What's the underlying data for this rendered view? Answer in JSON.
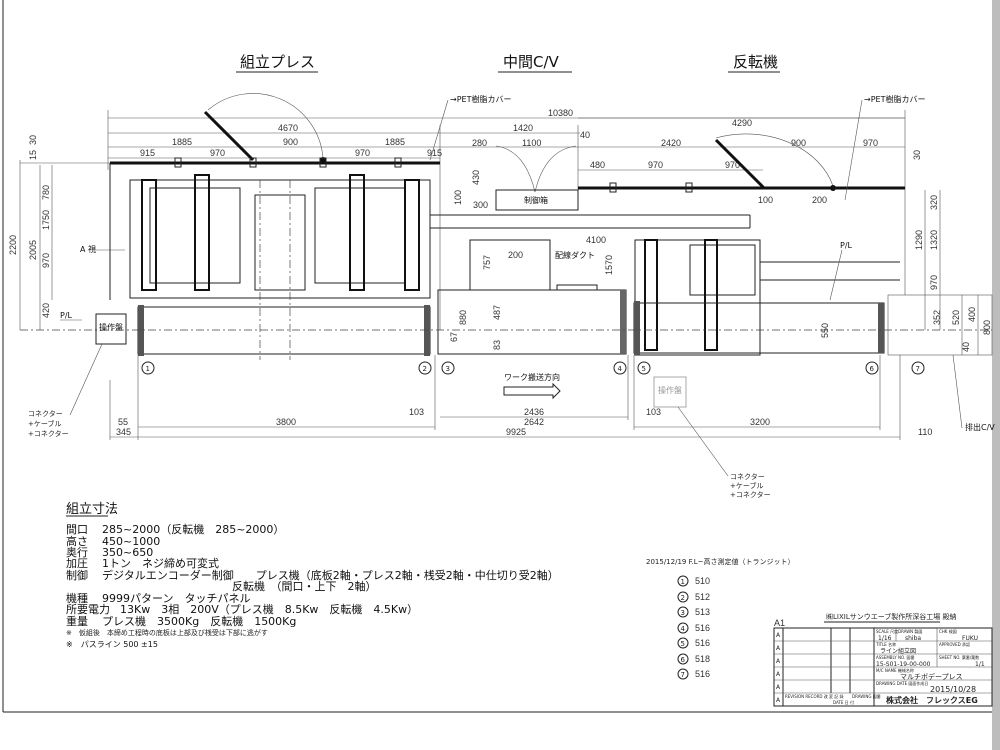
{
  "sections": {
    "press": "組立プレス",
    "middle_cv": "中間C/V",
    "inverter": "反転機"
  },
  "callouts": {
    "pet_cover_left": "→PET樹脂カバー",
    "pet_cover_right": "→PET樹脂カバー",
    "control_box": "制御箱",
    "wiring_duct": "配線ダクト",
    "pl_left": "P/L",
    "pl_right": "P/L",
    "a_view": "A 視",
    "panel_left": "操作盤",
    "panel_right": "操作盤",
    "connector_left": [
      "コネクター",
      "+ケーブル",
      "+コネクター"
    ],
    "connector_right": [
      "コネクター",
      "+ケーブル",
      "+コネクター"
    ],
    "work_direction": "ワーク搬送方向",
    "exit_cv": "排出C/V"
  },
  "dimensions": {
    "top": [
      "10380",
      "4670",
      "1420",
      "4290",
      "1885",
      "1885",
      "915",
      "970",
      "900",
      "970",
      "915",
      "280",
      "1100",
      "40",
      "2420",
      "900",
      "970",
      "480",
      "970",
      "970",
      "100",
      "200",
      "4100",
      "430",
      "100",
      "300",
      "30"
    ],
    "left": [
      "2200",
      "2005",
      "1750",
      "780",
      "970",
      "420",
      "15",
      "30"
    ],
    "middle": [
      "757",
      "200",
      "1570",
      "487",
      "880",
      "67",
      "83",
      "550"
    ],
    "right": [
      "320",
      "1290",
      "1320",
      "970",
      "352",
      "520",
      "400",
      "800",
      "40"
    ],
    "bottom": [
      "55",
      "345",
      "3800",
      "103",
      "2436",
      "2642",
      "9925",
      "103",
      "3200",
      "110"
    ]
  },
  "stations": [
    "1",
    "2",
    "3",
    "4",
    "5",
    "6",
    "7"
  ],
  "specs": {
    "title": "組立寸法",
    "rows": [
      {
        "label": "間口",
        "value": "285~2000（反転機　285~2000）"
      },
      {
        "label": "高さ",
        "value": "450~1000"
      },
      {
        "label": "奥行",
        "value": "350~650"
      },
      {
        "label": "加圧",
        "value": "1トン　ネジ締め可変式"
      },
      {
        "label": "制御",
        "value": "デジタルエンコーダー制御　　プレス機（底板2軸・プレス2軸・桟受2軸・中仕切り受2軸）"
      },
      {
        "label": "",
        "value": "反転機　（間口・上下　2軸）"
      },
      {
        "label": "機種",
        "value": "9999パターン　タッチパネル"
      },
      {
        "label": "所要電力",
        "value": "13Kw　3相　200V（プレス機　8.5Kw　反転機　4.5Kw）"
      },
      {
        "label": "重量",
        "value": "プレス機　3500Kg　反転機　1500Kg"
      }
    ],
    "notes": [
      "※　仮組後　本締め工程時の底板は上部及び桟受は下部に逃がす",
      "※　パスライン 500 ±15"
    ]
  },
  "transit": {
    "title": "2015/12/19 F.L~高さ測定値（トランジット）",
    "items": [
      {
        "n": "1",
        "v": "510"
      },
      {
        "n": "2",
        "v": "512"
      },
      {
        "n": "3",
        "v": "513"
      },
      {
        "n": "4",
        "v": "516"
      },
      {
        "n": "5",
        "v": "516"
      },
      {
        "n": "6",
        "v": "518"
      },
      {
        "n": "7",
        "v": "516"
      }
    ]
  },
  "title_block": {
    "customer": "㈱LIXILサンウエーブ製作所深谷工場 殿納",
    "sheet_size": "A1",
    "scale_label": "SCALE 尺度",
    "scale": "1/16",
    "drawn_label": "DRAWN 製図",
    "drawn": "shiba",
    "checked_label": "CHK 検図",
    "checked": "FUKU",
    "title_label": "TITLE 名称",
    "title": "ライン組立図",
    "approved_label": "APPROVED 承認",
    "assembly_label": "ASSEMBLY NO. 図番",
    "assembly_no": "15-S01-19-00-000",
    "sheet_label": "SHEET NO. 葉番/葉数",
    "sheet": "1/1",
    "machine_label": "M/C NAME 機械名称",
    "machine": "マルチボデープレス",
    "date_label": "DRAWING DATE 図面作成日",
    "date": "2015/10/28",
    "revision_label": "REVISION RECORD 改 変 記 録",
    "rev_date_label": "DATE 日 付",
    "rev_drawing_label": "DRAWING 図番",
    "company": "株式会社　フレックスEG",
    "revision_marks": [
      "A",
      "A",
      "A",
      "A",
      "A",
      "A"
    ]
  }
}
